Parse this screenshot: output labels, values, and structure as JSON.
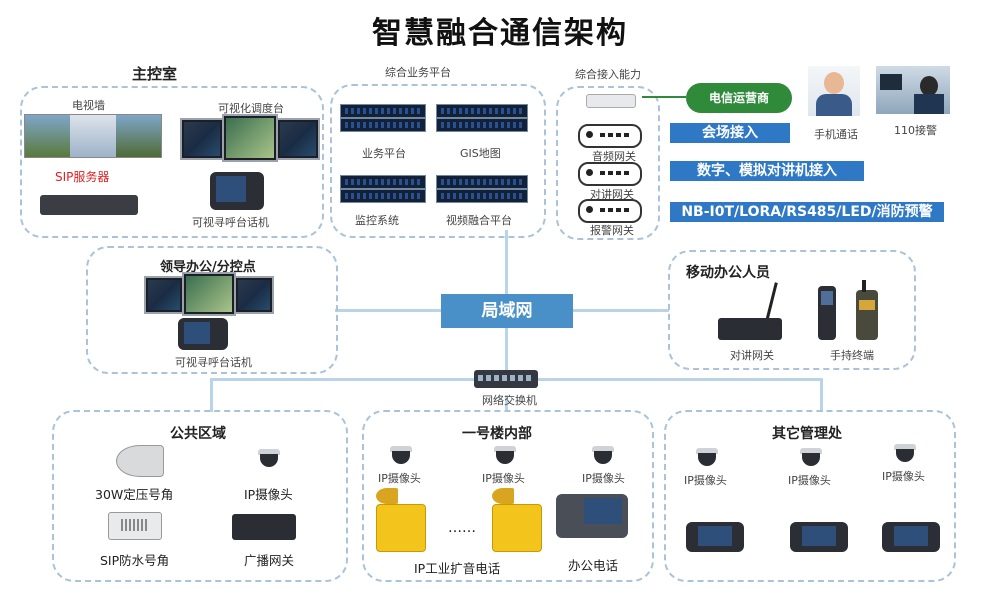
{
  "title": "智慧融合通信架构",
  "main_control": {
    "heading": "主控室",
    "video_wall": "电视墙",
    "visual_console": "可视化调度台",
    "sip_server": "SIP服务器",
    "visual_phone": "可视寻呼台话机"
  },
  "business_platform": {
    "heading": "综合业务平台",
    "items": [
      "业务平台",
      "GIS地图",
      "监控系统",
      "视频融合平台"
    ]
  },
  "access": {
    "heading": "综合接入能力",
    "audio_gateway": "音频网关",
    "intercom_gateway": "对讲网关",
    "alarm_gateway": "报警网关",
    "carrier": "电信运营商",
    "conference": "会场接入",
    "intercom_access": "数字、模拟对讲机接入",
    "iot": "NB-I0T/LORA/RS485/LED/消防预警",
    "mobile_call": "手机通话",
    "emergency": "110接警"
  },
  "leader_office": {
    "heading": "领导办公/分控点",
    "phone": "可视寻呼台话机"
  },
  "lan": "局域网",
  "mobile_staff": {
    "heading": "移动办公人员",
    "intercom_gateway": "对讲网关",
    "handheld": "手持终端"
  },
  "switch": "网络交换机",
  "public_area": {
    "heading": "公共区域",
    "horn": "30W定压号角",
    "camera": "IP摄像头",
    "waterproof_horn": "SIP防水号角",
    "broadcast_gw": "广播网关"
  },
  "building": {
    "heading": "一号楼内部",
    "camera1": "IP摄像头",
    "camera2": "IP摄像头",
    "camera3": "IP摄像头",
    "dots": "……",
    "industrial_phone": "IP工业扩音电话",
    "office_phone": "办公电话"
  },
  "other": {
    "heading": "其它管理处",
    "camera1": "IP摄像头",
    "camera2": "IP摄像头",
    "camera3": "IP摄像头"
  },
  "colors": {
    "panel_border": "#aac3d8",
    "lan_fill": "#4a90c8",
    "access_blue": "#2e78c6",
    "carrier_green": "#2f8a3a",
    "sip_red": "#e02020"
  }
}
